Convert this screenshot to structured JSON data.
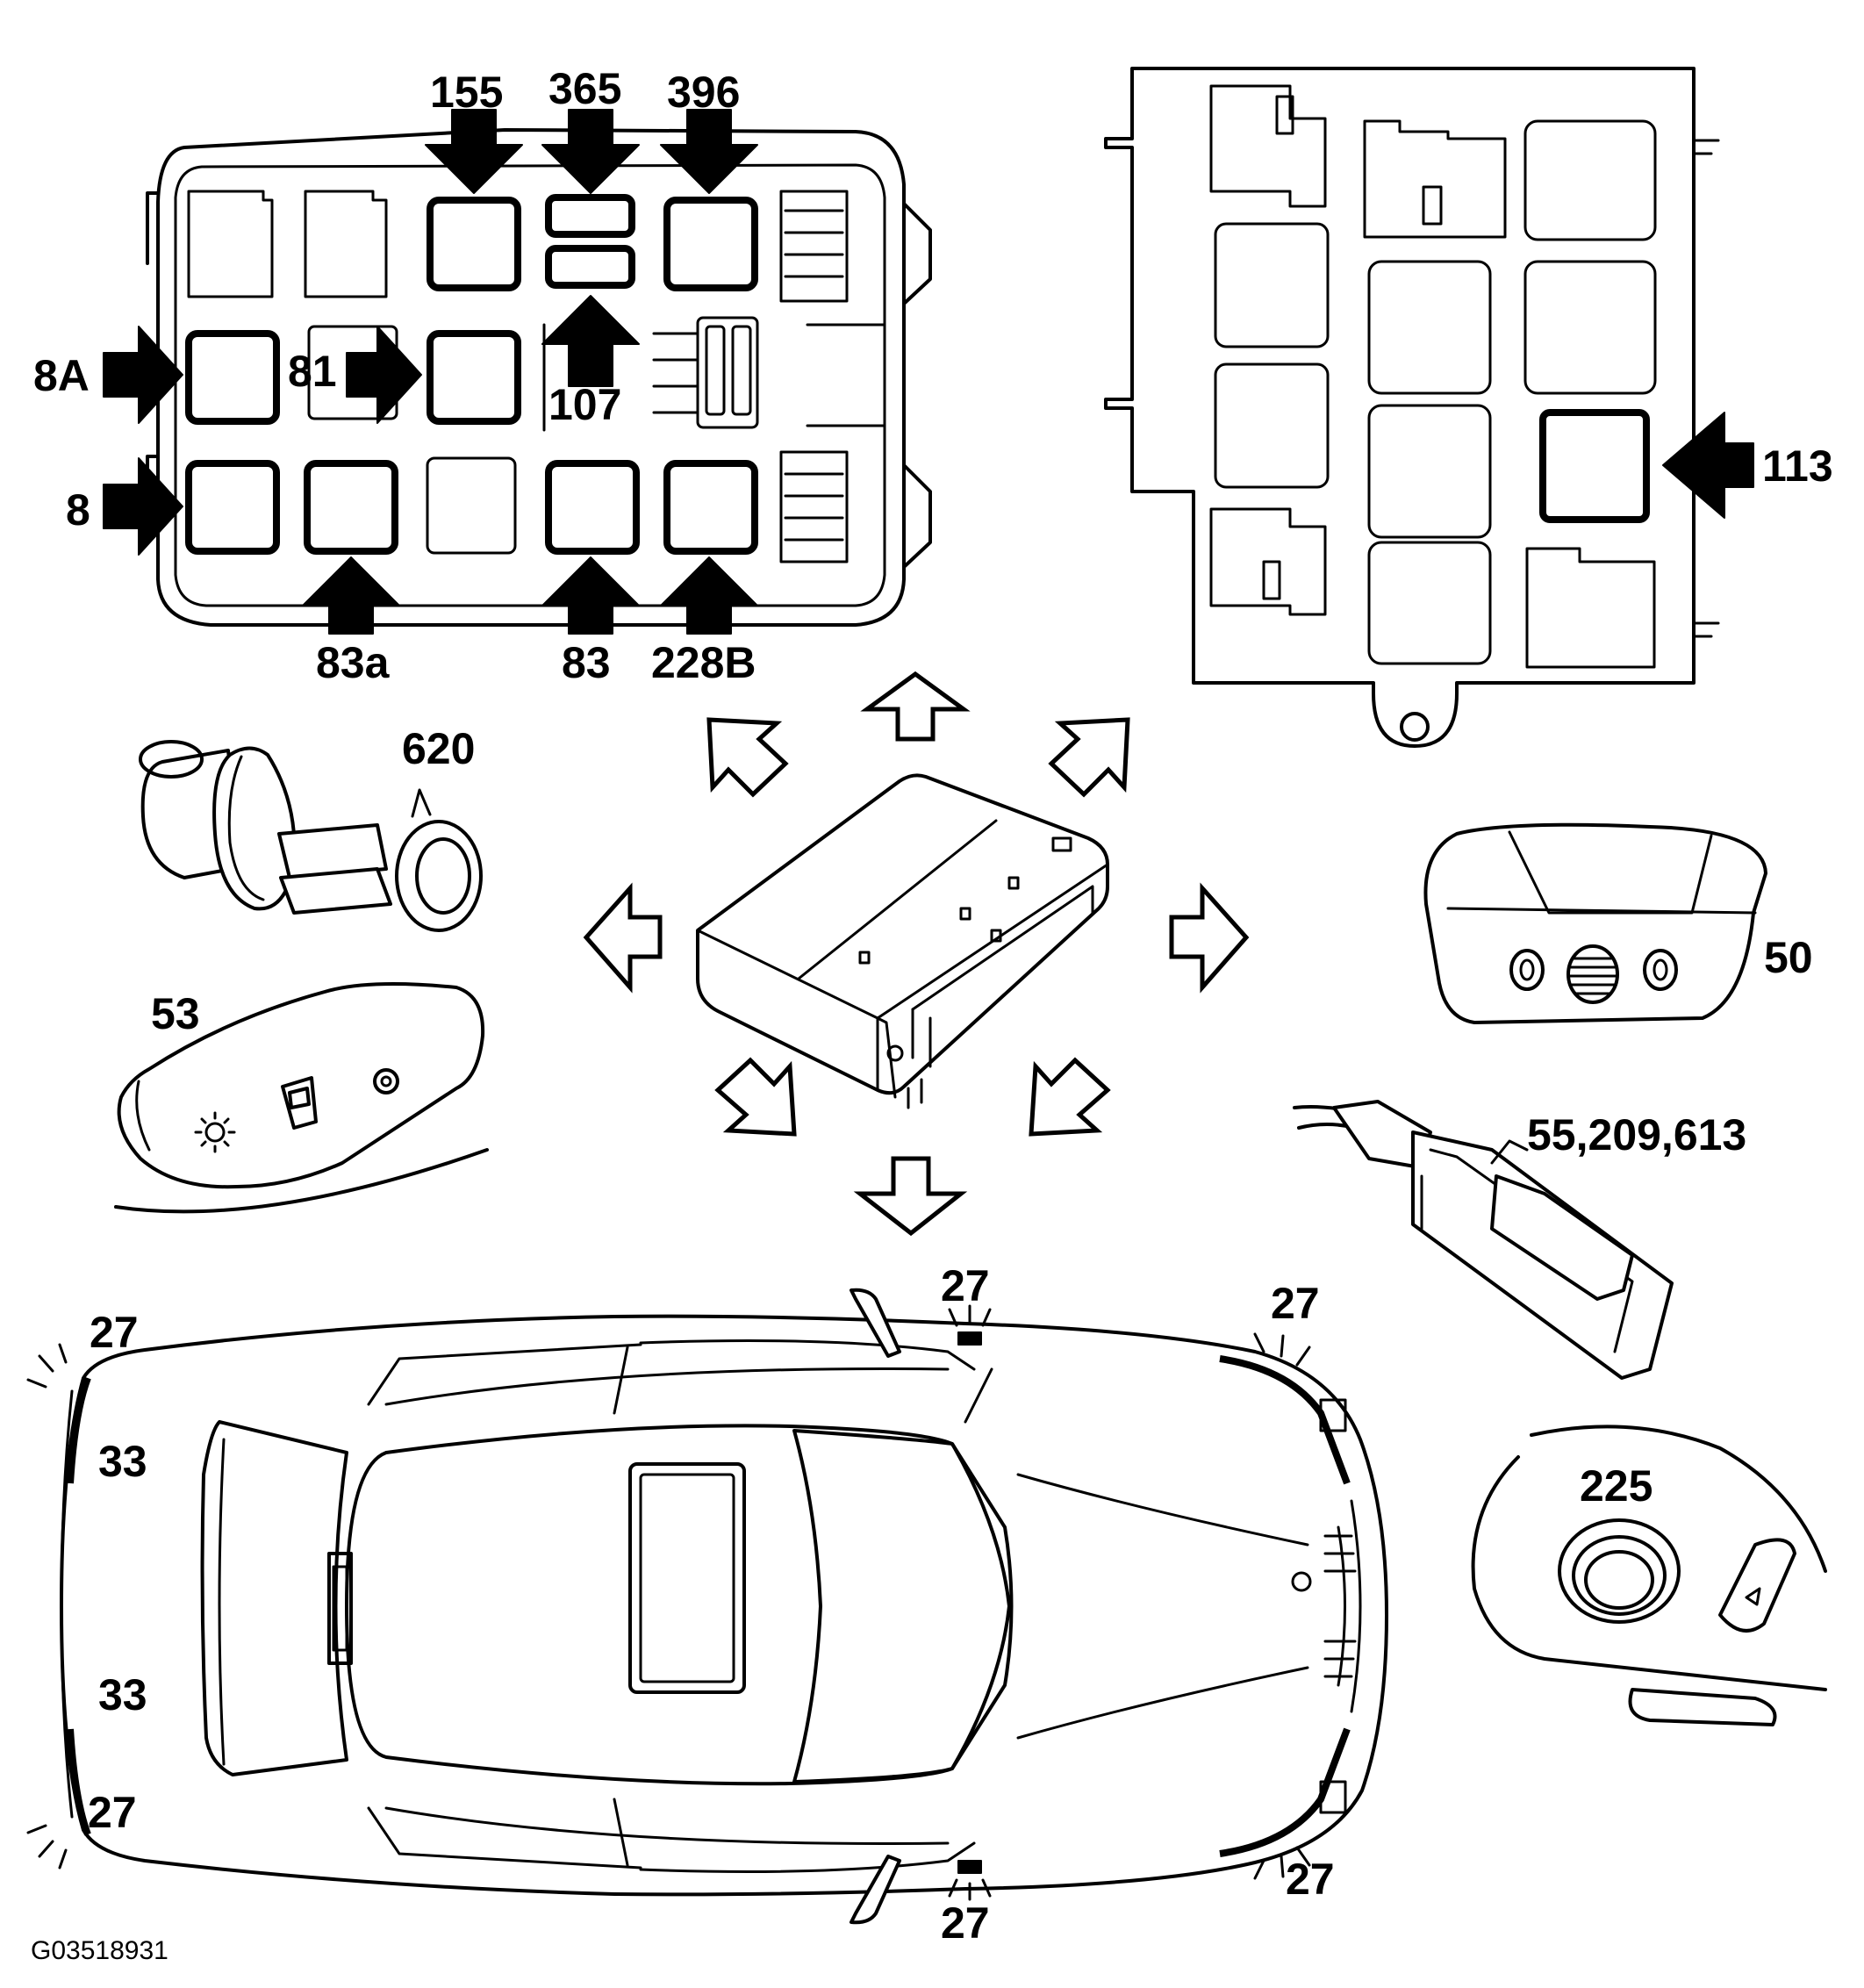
{
  "callouts": {
    "c155": "155",
    "c365": "365",
    "c396": "396",
    "c8A": "8A",
    "c81": "81",
    "c107": "107",
    "c8": "8",
    "c83a": "83a",
    "c83": "83",
    "c228B": "228B",
    "c113": "113",
    "c620": "620",
    "c53": "53",
    "c50": "50",
    "c55": "55,209,613",
    "c225": "225",
    "c27": "27",
    "c33": "33"
  },
  "figure_code": "G03518931"
}
